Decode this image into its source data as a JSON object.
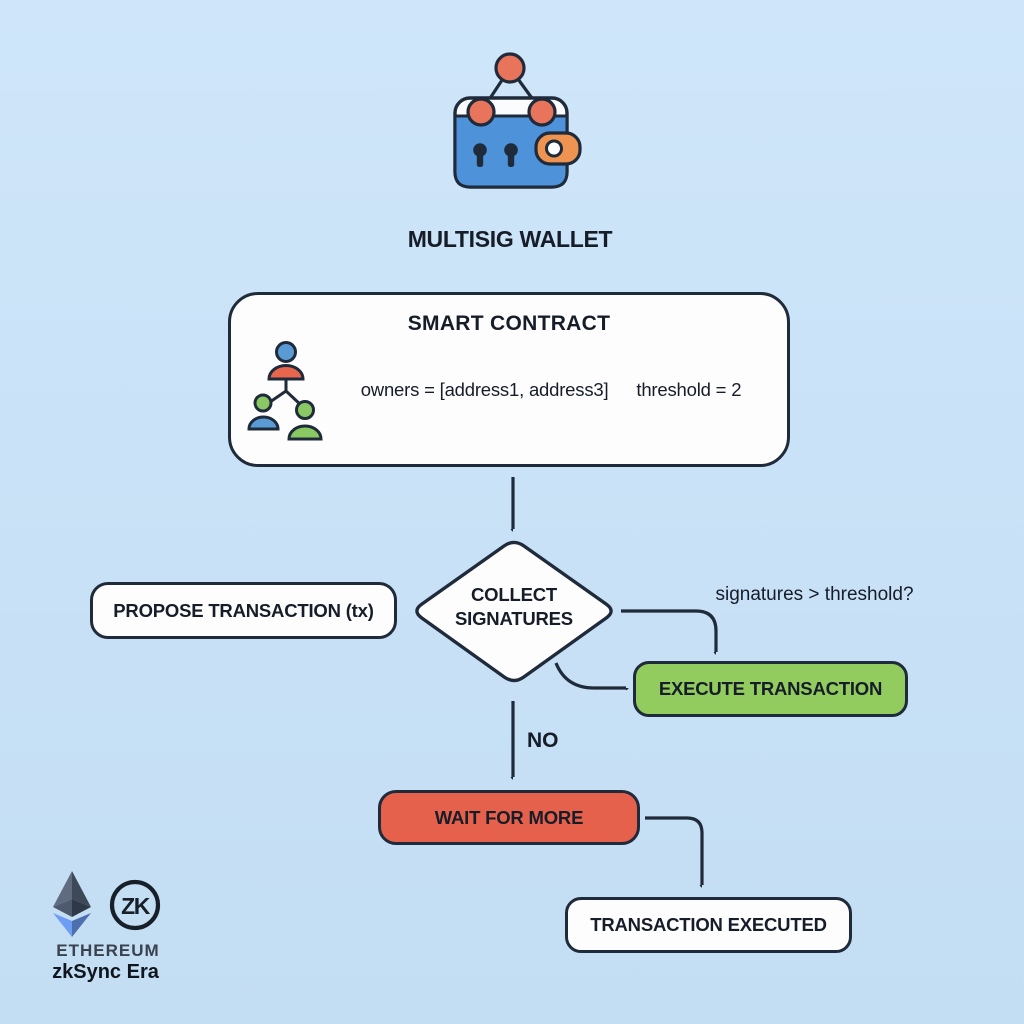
{
  "colors": {
    "background_top": "#cfe6fa",
    "background_bottom": "#c3ddf3",
    "line": "#1f2b3a",
    "node_fill": "#fdfdfe",
    "green": "#92cb5e",
    "red": "#e6614b",
    "wallet_blue": "#4e92da",
    "node_orange": "#e8745b",
    "clasp_orange": "#ef9350",
    "icon_blue": "#5b9bd5",
    "icon_green": "#8ac863",
    "icon_red": "#e8654e",
    "text": "#161d28"
  },
  "header": {
    "title": "MULTISIG WALLET"
  },
  "contract": {
    "title": "SMART CONTRACT",
    "owners": "owners = [address1, address3]",
    "threshold": "threshold = 2"
  },
  "flow": {
    "propose_label": "PROPOSE TRANSACTION (tx)",
    "decision_line1": "COLLECT",
    "decision_line2": "SIGNATURES",
    "condition_label": "signatures > threshold?",
    "execute_label": "EXECUTE TRANSACTION",
    "no_label": "NO",
    "wait_label": "WAIT FOR MORE",
    "executed_label": "TRANSACTION EXECUTED"
  },
  "footer": {
    "zk_monogram": "ZK",
    "brand_line1": "ETHEREUM",
    "brand_line2": "zkSync Era"
  }
}
